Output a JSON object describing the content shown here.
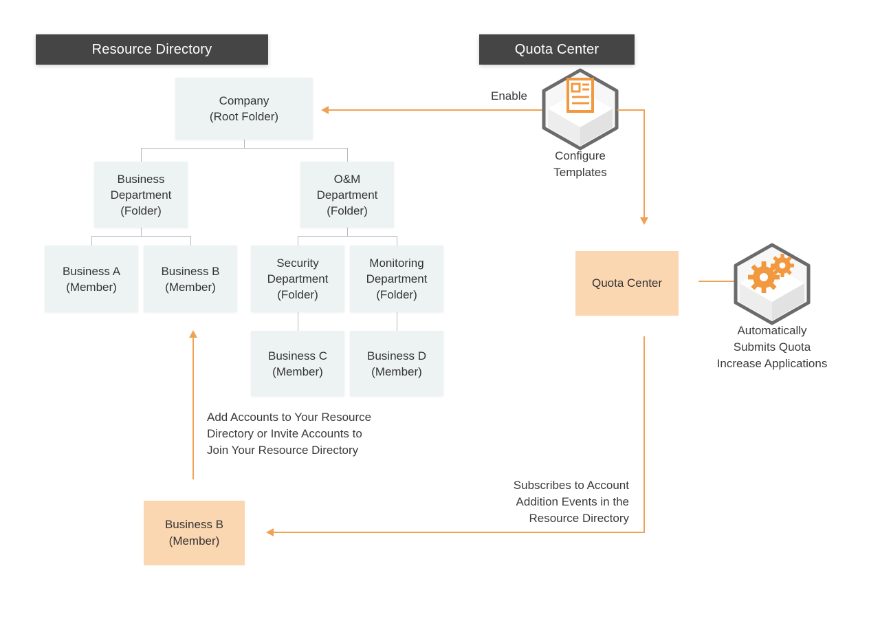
{
  "panels": {
    "resource_directory": {
      "title": "Resource Directory"
    },
    "quota_center": {
      "title": "Quota Center"
    }
  },
  "tree": {
    "root": {
      "label": "Company\n(Root Folder)"
    },
    "level2": [
      {
        "label": "Business\nDepartment\n(Folder)"
      },
      {
        "label": "O&M\nDepartment\n(Folder)"
      }
    ],
    "level3": [
      {
        "label": "Business A\n(Member)"
      },
      {
        "label": "Business B\n(Member)"
      },
      {
        "label": "Security\nDepartment\n(Folder)"
      },
      {
        "label": "Monitoring\nDepartment\n(Folder)"
      }
    ],
    "level4": [
      {
        "label": "Business C\n(Member)"
      },
      {
        "label": "Business D\n(Member)"
      }
    ]
  },
  "labels": {
    "enable": "Enable",
    "configure_templates": "Configure\nTemplates",
    "auto_submit": "Automatically\nSubmits Quota\nIncrease Applications",
    "add_accounts": "Add Accounts to Your Resource\nDirectory or Invite Accounts to\nJoin Your Resource Directory",
    "subscribes": "Subscribes to Account\nAddition Events in the\nResource Directory"
  },
  "cards": {
    "quota_center": {
      "label": "Quota Center"
    },
    "business_b": {
      "label": "Business B\n(Member)"
    }
  },
  "icons": {
    "templates_cube": "document-cube-icon",
    "gears_cube": "gears-cube-icon"
  },
  "colors": {
    "panel_title_bg": "#454545",
    "node_bg": "#edf3f3",
    "accent_orange": "#f0a254",
    "highlight_fill": "#fbd7b1",
    "connector_grey": "#b3b9bb",
    "text": "#333333"
  }
}
